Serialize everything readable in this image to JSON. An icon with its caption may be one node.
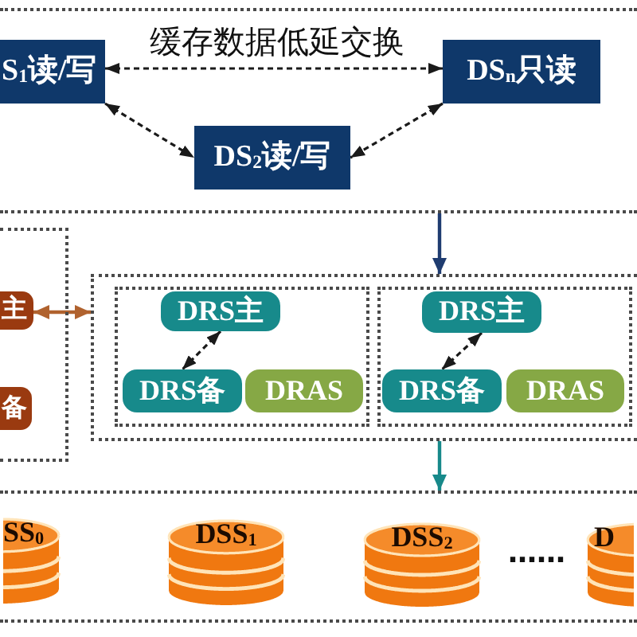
{
  "diagram": {
    "nodes": [
      {
        "text": [],
        "shape": "box"
      },
      {
        "text": [
          "S$_{1}$读/写"
        ],
        "in": 0
      },
      {
        "text": [
          "DS$_{n}$只读"
        ],
        "in": 0
      },
      {
        "text": [
          "DS$_{2}$读/写"
        ],
        "in": 0
      },
      {
        "text": [],
        "shape": "box"
      },
      {
        "text": [
          "主"
        ],
        "in": 4
      },
      {
        "text": [
          "备"
        ],
        "in": 4
      },
      {
        "text": [],
        "shape": "box"
      },
      {
        "text": [],
        "shape": "box",
        "in": 7
      },
      {
        "text": [
          "DRS主"
        ],
        "in": 8
      },
      {
        "text": [
          "DRS备"
        ],
        "in": 8
      },
      {
        "text": [
          "DRAS"
        ],
        "in": 8
      },
      {
        "text": [],
        "shape": "box",
        "in": 7
      },
      {
        "text": [
          "DRS主"
        ],
        "in": 12
      },
      {
        "text": [
          "DRS备"
        ],
        "in": 12
      },
      {
        "text": [
          "DRAS"
        ],
        "in": 12
      },
      {
        "text": [],
        "shape": "box"
      },
      {
        "text": [
          "SS$_{0}$"
        ],
        "in": 16
      },
      {
        "text": [
          "DSS$_{1}$"
        ],
        "in": 16
      },
      {
        "text": [
          "DSS$_{2}$"
        ],
        "in": 16
      },
      {
        "text": [
          "D"
        ],
        "in": 16
      }
    ],
    "edges": [
      {
        "from": 1,
        "to": 2,
        "arrow": "both",
        "style": "dashed",
        "label": "缓存数据低延交换"
      },
      {
        "from": 1,
        "to": 3,
        "arrow": "both",
        "style": "dashed"
      },
      {
        "from": 2,
        "to": 3,
        "arrow": "both",
        "style": "dashed"
      },
      {
        "from": 0,
        "to": 7,
        "arrow": "to",
        "color": "#1f3c70"
      },
      {
        "from": 5,
        "to": 7,
        "arrow": "both",
        "color": "#b0622e"
      },
      {
        "from": 9,
        "to": 10,
        "arrow": "both",
        "style": "dashed"
      },
      {
        "from": 13,
        "to": 14,
        "arrow": "both",
        "style": "dashed"
      },
      {
        "from": 7,
        "to": 16,
        "arrow": "to",
        "color": "#17898a"
      }
    ],
    "labels": [
      "……"
    ]
  }
}
